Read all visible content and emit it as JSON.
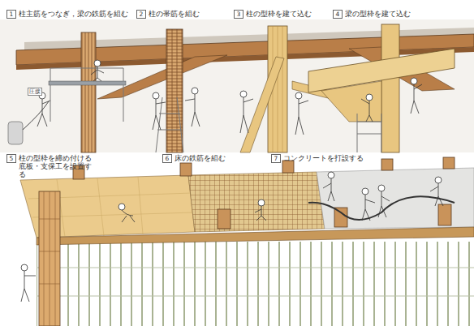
{
  "diagram": {
    "nodes": [
      {
        "text": [
          "1",
          "柱主筋をつなぎ，梁の鉄筋を組む"
        ]
      },
      {
        "text": [
          "2",
          "柱の帯筋を組む"
        ]
      },
      {
        "text": [
          "3",
          "柱の型枠を建て込む"
        ]
      },
      {
        "text": [
          "4",
          "梁の型枠を建て込む"
        ]
      },
      {
        "text": [
          "5",
          "柱の型枠を締め付ける 底板・支保工を設置する"
        ]
      },
      {
        "text": [
          "6",
          "床の鉄筋を組む"
        ]
      },
      {
        "text": [
          "7",
          "コンクリートを打設する"
        ]
      }
    ],
    "labels": [
      "圧接"
    ]
  }
}
